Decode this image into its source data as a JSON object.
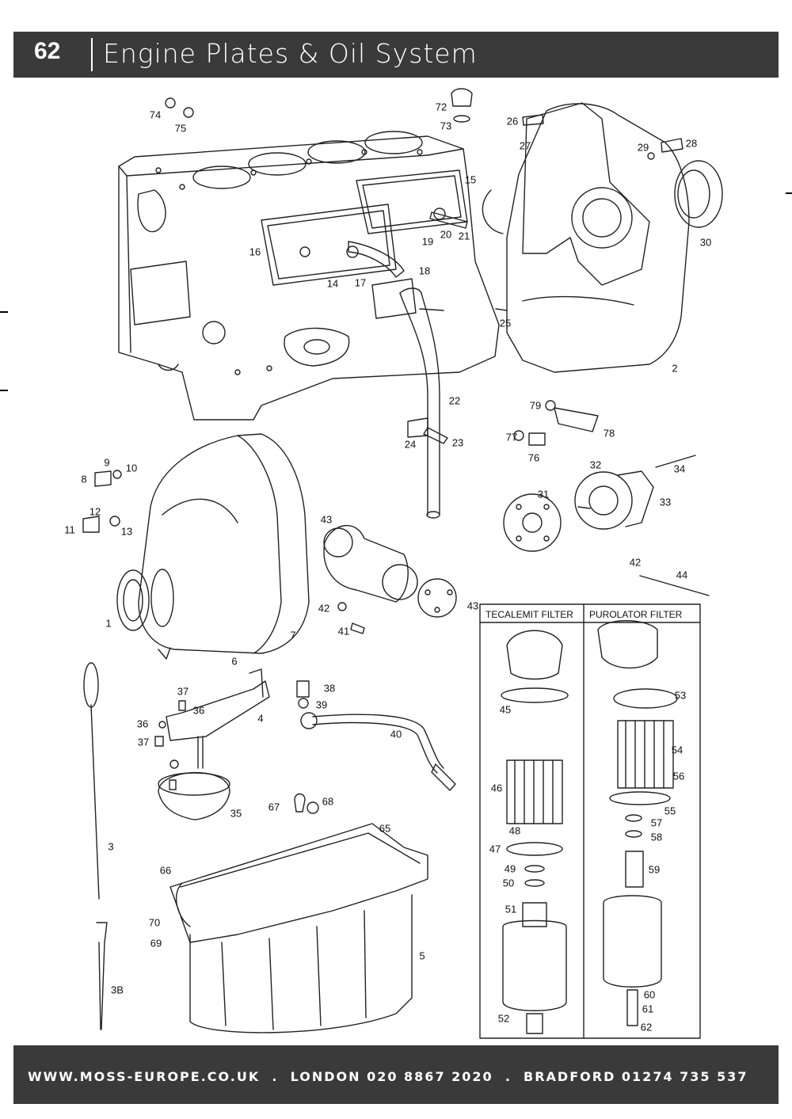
{
  "header": {
    "page_number": "62",
    "title": "Engine Plates & Oil System"
  },
  "footer": {
    "text": "WWW.MOSS-EUROPE.CO.UK  .  LONDON 020 8867 2020  .  BRADFORD 01274 735 537"
  },
  "filter_box": {
    "left_title": "TECALEMIT FILTER",
    "right_title": "PUROLATOR FILTER"
  },
  "callouts": {
    "c1": "1",
    "c2": "2",
    "c3": "3",
    "c3b": "3B",
    "c4": "4",
    "c5": "5",
    "c6": "6",
    "c7": "7",
    "c8": "8",
    "c9": "9",
    "c10": "10",
    "c11": "11",
    "c12": "12",
    "c13": "13",
    "c14": "14",
    "c15": "15",
    "c16": "16",
    "c17": "17",
    "c18": "18",
    "c19": "19",
    "c20": "20",
    "c21": "21",
    "c22": "22",
    "c23": "23",
    "c24": "24",
    "c25": "25",
    "c26": "26",
    "c27": "27",
    "c28": "28",
    "c29": "29",
    "c30": "30",
    "c31": "31",
    "c32": "32",
    "c33": "33",
    "c34": "34",
    "c35": "35",
    "c36a": "36",
    "c36b": "36",
    "c37a": "37",
    "c37b": "37",
    "c38": "38",
    "c39": "39",
    "c40": "40",
    "c41": "41",
    "c42a": "42",
    "c42b": "42",
    "c43a": "43",
    "c43b": "43",
    "c44": "44",
    "c45": "45",
    "c46": "46",
    "c47": "47",
    "c48": "48",
    "c49": "49",
    "c50": "50",
    "c51": "51",
    "c52": "52",
    "c53": "53",
    "c54": "54",
    "c55": "55",
    "c56": "56",
    "c57": "57",
    "c58": "58",
    "c59": "59",
    "c60": "60",
    "c61": "61",
    "c62": "62",
    "c65": "65",
    "c66": "66",
    "c67": "67",
    "c68": "68",
    "c69": "69",
    "c70": "70",
    "c72": "72",
    "c73": "73",
    "c74": "74",
    "c75": "75",
    "c76": "76",
    "c77": "77",
    "c78": "78",
    "c79": "79"
  }
}
